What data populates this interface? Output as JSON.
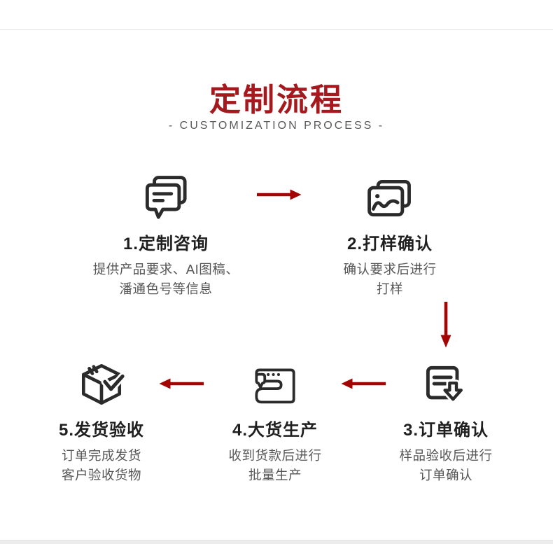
{
  "header": {
    "title": "定制流程",
    "subtitle": "- CUSTOMIZATION PROCESS -"
  },
  "colors": {
    "title_red": "#a5191e",
    "arrow_red": "#a30505",
    "icon_dark": "#2b2b2b",
    "label_text": "#1f1f1f",
    "desc_text": "#565656"
  },
  "steps": [
    {
      "icon": "chat-bubbles-icon",
      "label": "1.定制咨询",
      "desc": [
        "提供产品要求、AI图稿、",
        "潘通色号等信息"
      ]
    },
    {
      "icon": "sample-pictures-icon",
      "label": "2.打样确认",
      "desc": [
        "确认要求后进行",
        "打样"
      ]
    },
    {
      "icon": "order-document-icon",
      "label": "3.订单确认",
      "desc": [
        "样品验收后进行",
        "订单确认"
      ]
    },
    {
      "icon": "sewing-machine-icon",
      "label": "4.大货生产",
      "desc": [
        "收到货款后进行",
        "批量生产"
      ]
    },
    {
      "icon": "package-check-icon",
      "label": "5.发货验收",
      "desc": [
        "订单完成发货",
        "客户验收货物"
      ]
    }
  ],
  "flow_arrows": [
    {
      "name": "flow-arrow-right-icon",
      "direction": "right",
      "from": "step-1",
      "to": "step-2"
    },
    {
      "name": "flow-arrow-down-icon",
      "direction": "down",
      "from": "step-2",
      "to": "step-3"
    },
    {
      "name": "flow-arrow-left-icon",
      "direction": "left",
      "from": "step-3",
      "to": "step-4"
    },
    {
      "name": "flow-arrow-left-icon",
      "direction": "left",
      "from": "step-4",
      "to": "step-5"
    }
  ]
}
